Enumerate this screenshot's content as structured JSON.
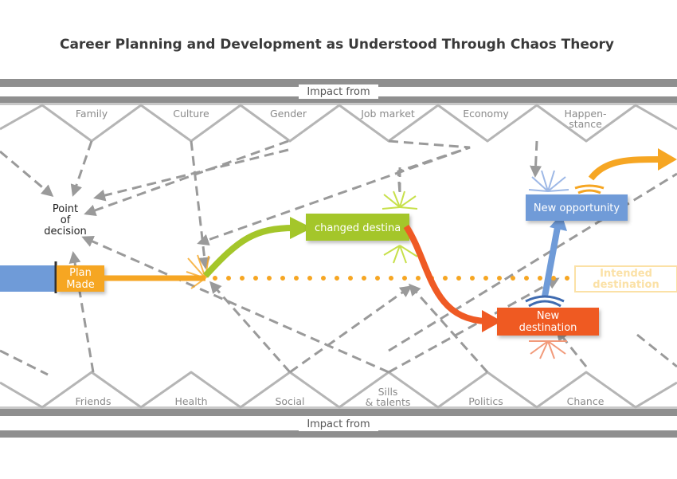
{
  "title": "Career Planning and Development as Understood Through Chaos Theory",
  "top_band_label": "Impact from",
  "bottom_band_label": "Impact from",
  "top_factors": [
    {
      "line1": "Family",
      "line2": ""
    },
    {
      "line1": "Culture",
      "line2": ""
    },
    {
      "line1": "Gender",
      "line2": ""
    },
    {
      "line1": "Job market",
      "line2": ""
    },
    {
      "line1": "Economy",
      "line2": ""
    },
    {
      "line1": "Happen-",
      "line2": "stance"
    }
  ],
  "bottom_factors": [
    {
      "line1": "Friends",
      "line2": ""
    },
    {
      "line1": "Health",
      "line2": ""
    },
    {
      "line1": "Social",
      "line2": ""
    },
    {
      "line1": "Sills",
      "line2": "& talents"
    },
    {
      "line1": "Politics",
      "line2": ""
    },
    {
      "line1": "Chance",
      "line2": ""
    }
  ],
  "point_of_decision": [
    "Point",
    "of",
    "decision"
  ],
  "plan_made": [
    "Plan",
    "Made"
  ],
  "changed_destination": "changed destina",
  "new_opportunity": "New opportunity",
  "new_destination": [
    "New",
    "destination"
  ],
  "intended_destination": [
    "Intended",
    "destination"
  ],
  "colors": {
    "blue": "#6f9bd8",
    "orange": "#f6a623",
    "green": "#a4c62a",
    "red": "#ef5a24",
    "gray_band": "#8f8f8f",
    "gray_dash": "#9a9a9a",
    "intended": "#fbe1a6"
  }
}
